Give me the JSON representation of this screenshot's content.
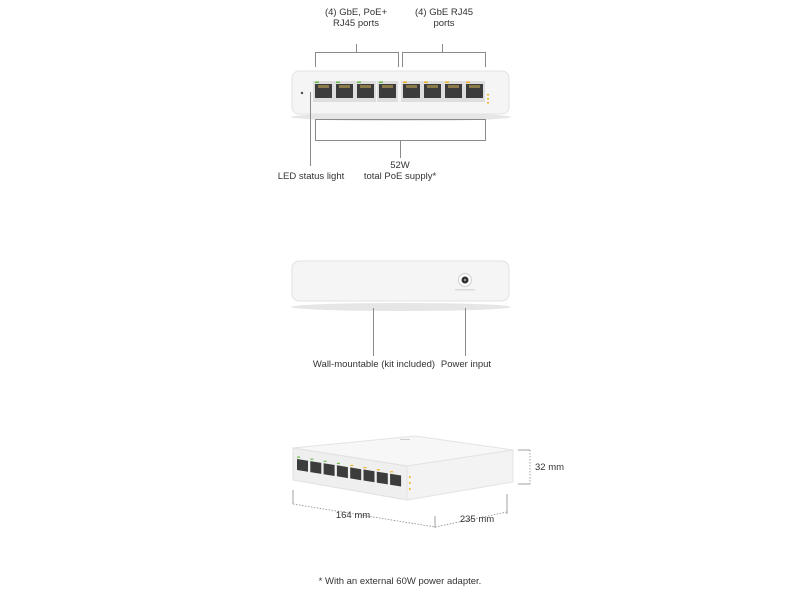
{
  "front_view": {
    "poe_ports_label": [
      "(4) GbE, PoE+",
      "RJ45 ports"
    ],
    "gbe_ports_label": [
      "(4) GbE RJ45",
      "ports"
    ],
    "led_label": "LED status light",
    "poe_supply_label": [
      "52W",
      "total PoE supply*"
    ]
  },
  "rear_view": {
    "wall_mount_label": "Wall-mountable (kit included)",
    "power_label": "Power input"
  },
  "dimensions": {
    "height": "32 mm",
    "width": "164 mm",
    "depth": "235 mm"
  },
  "footnote": "* With an external 60W power adapter.",
  "colors": {
    "device_body": "#f4f4f4",
    "port": "#3c3c3c",
    "port_contact": "#f0b323",
    "leader_line": "#8a8a8a"
  }
}
